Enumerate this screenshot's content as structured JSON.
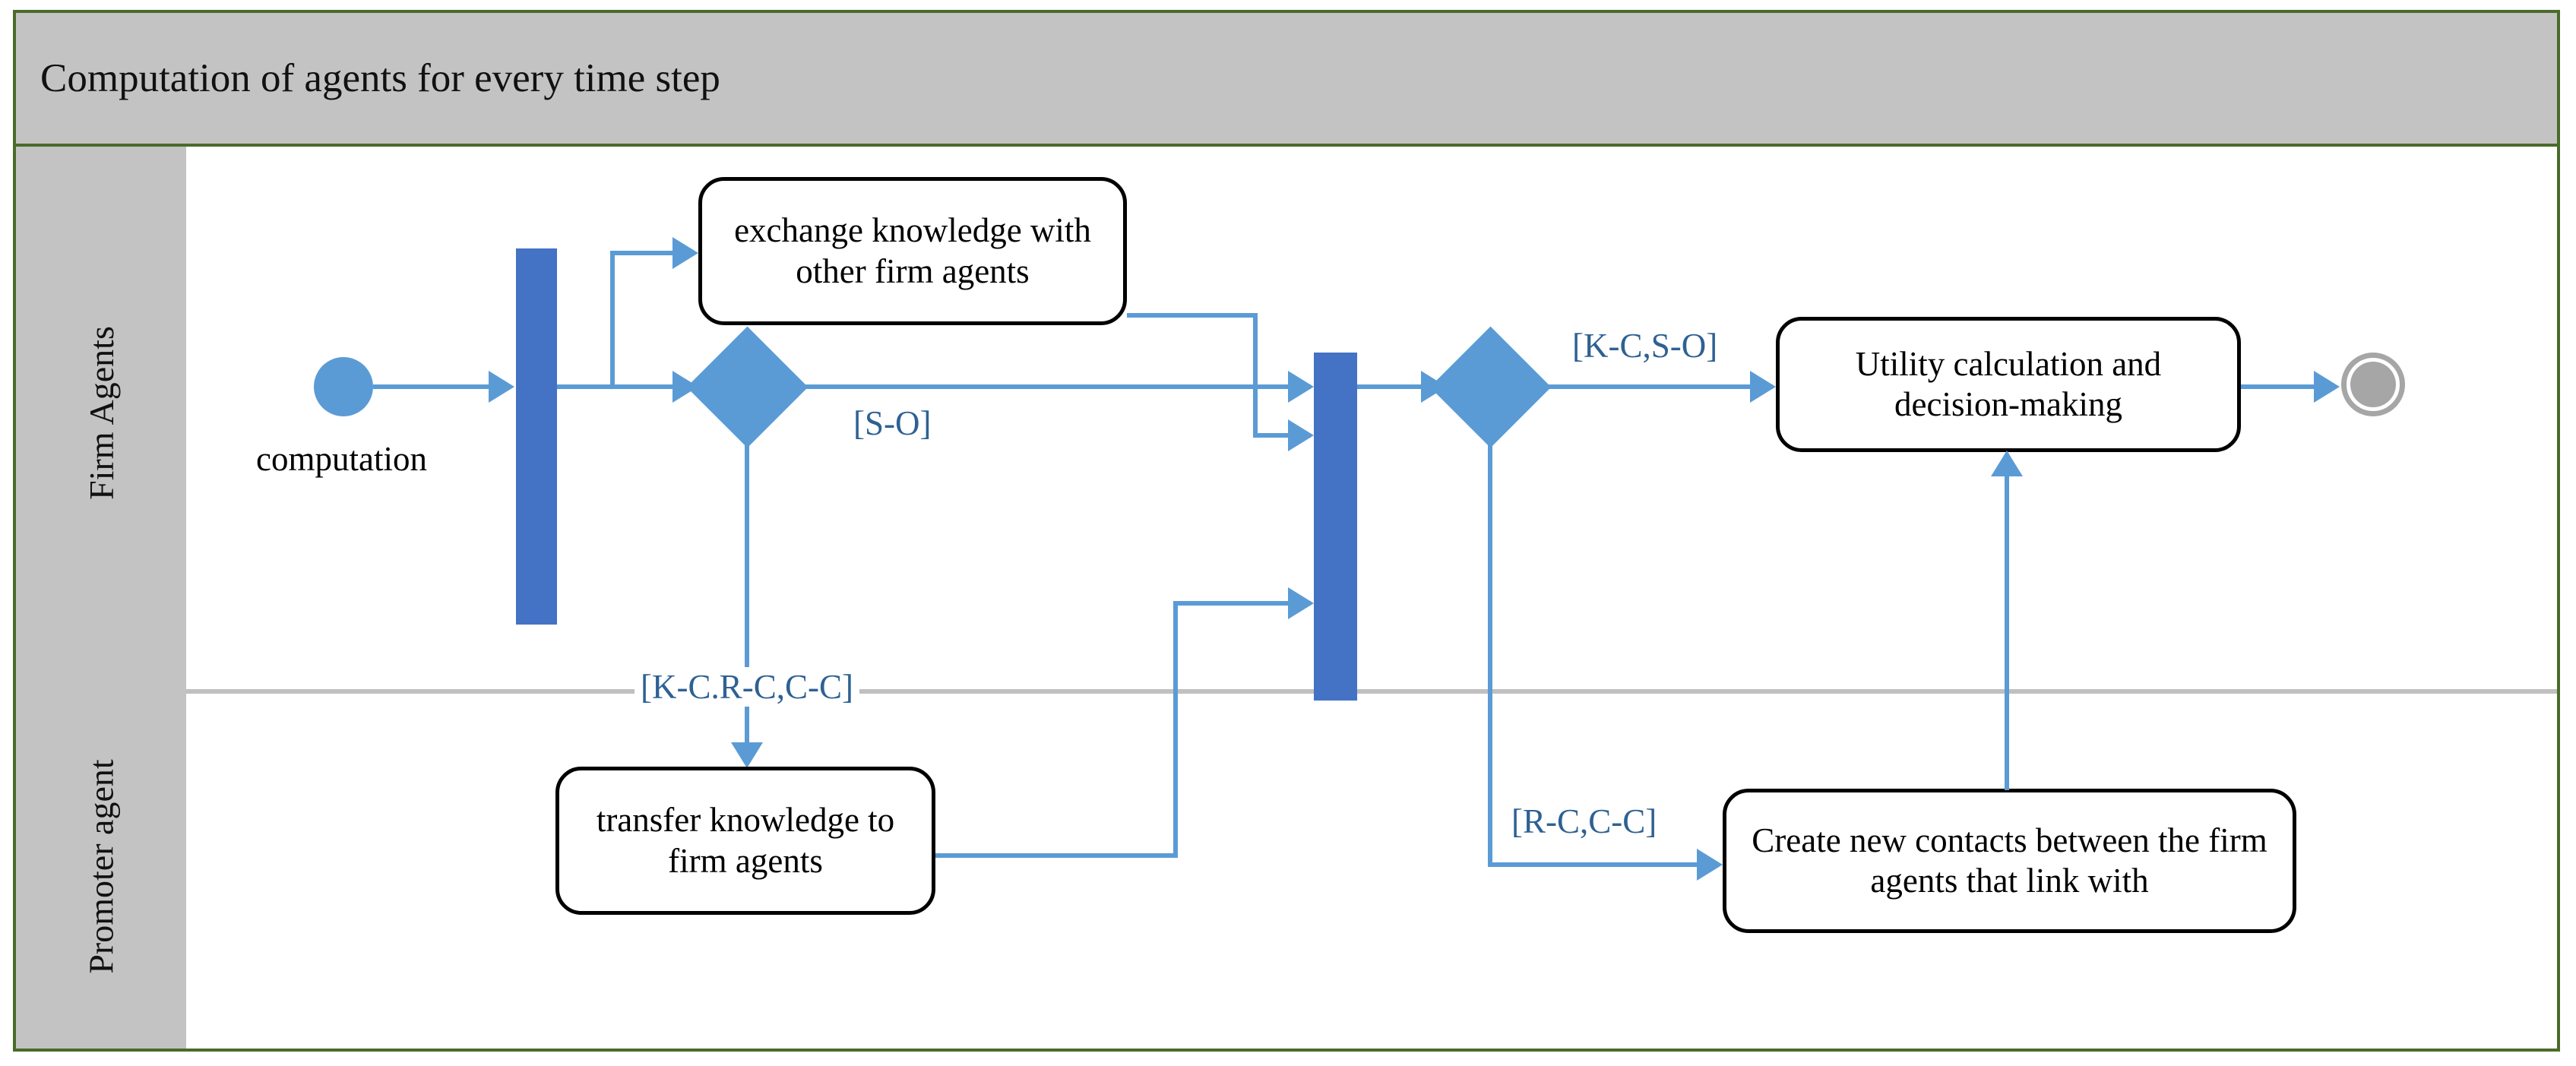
{
  "pool": {
    "title": "Computation of agents for every time step",
    "header_bg": "#c3c3c3",
    "frame_border": "#4a6b29"
  },
  "lanes": [
    {
      "id": "firm-agents",
      "label": "Firm Agents"
    },
    {
      "id": "promoter-agent",
      "label": "Promoter agent"
    }
  ],
  "colors": {
    "fork_bar": "#4472c4",
    "decision": "#5b9bd5",
    "flow": "#5b9bd5",
    "guard_text": "#2e6193",
    "end_node": "#a6a6a6",
    "lane_divider": "#c0c0c0"
  },
  "nodes": {
    "start": {
      "name": "start-node",
      "caption": "computation"
    },
    "fork1": {
      "name": "fork-bar-1"
    },
    "exchange": {
      "label": "exchange knowledge with other firm agents"
    },
    "decision1": {
      "name": "decision-node-1"
    },
    "transfer": {
      "label": "transfer knowledge to firm agents"
    },
    "join1": {
      "name": "join-bar-1"
    },
    "decision2": {
      "name": "decision-node-2"
    },
    "utility": {
      "label": "Utility calculation and decision-making"
    },
    "contacts": {
      "label": "Create new contacts between the firm agents that link with"
    },
    "end": {
      "name": "end-node"
    }
  },
  "guards": {
    "so": "[S-O]",
    "kc_rc_cc": "[K-C.R-C,C-C]",
    "kc_so": "[K-C,S-O]",
    "rc_cc": "[R-C,C-C]"
  }
}
